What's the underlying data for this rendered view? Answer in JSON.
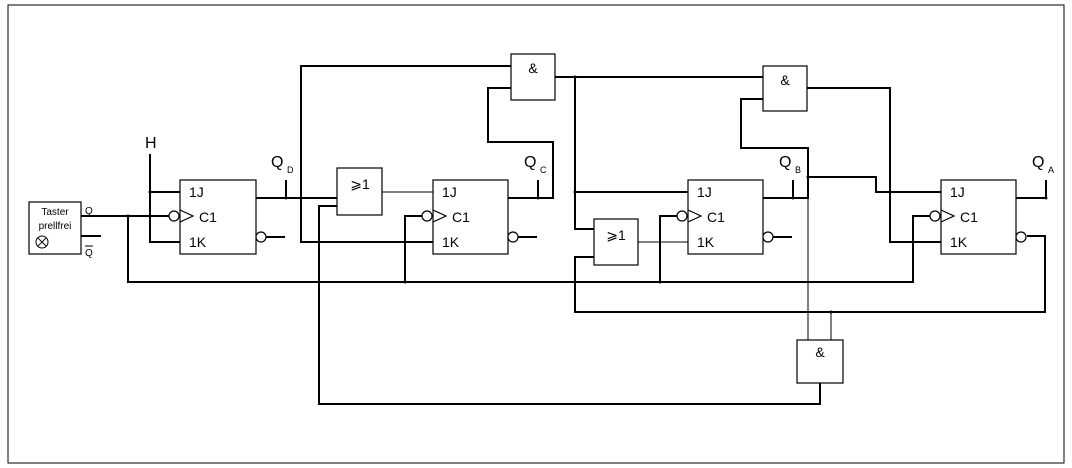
{
  "source": {
    "name_line1": "Taster",
    "name_line2": "prellfrei",
    "q": "Q",
    "q_bar": "Q"
  },
  "high_level": "H",
  "jk_flipflop": {
    "j": "1J",
    "c": "C1",
    "k": "1K"
  },
  "outputs": {
    "q_letter": "Q",
    "sub_d": "D",
    "sub_c": "C",
    "sub_b": "B",
    "sub_a": "A"
  },
  "gates": {
    "and": "&",
    "or": "⩾1"
  }
}
